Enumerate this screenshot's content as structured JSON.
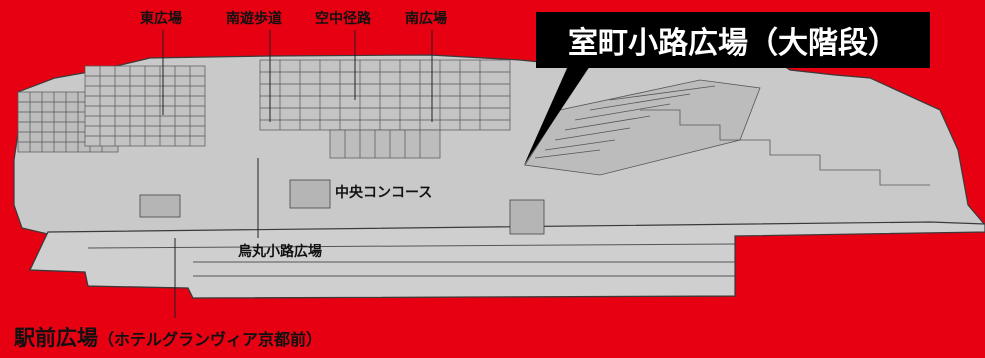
{
  "colors": {
    "background": "#e60012",
    "building": "#c9c9c9",
    "line": "#5a5a5a",
    "highlight_bg": "#000000",
    "highlight_text": "#ffffff"
  },
  "labels": {
    "east_plaza": "東広場",
    "south_walkway": "南遊歩道",
    "sky_path": "空中径路",
    "south_plaza": "南広場",
    "main_highlight": "室町小路広場（大階段）",
    "central_concourse": "中央コンコース",
    "karasuma_plaza": "烏丸小路広場",
    "station_front_plaza": "駅前広場",
    "station_front_note": "（ホテルグランヴィア京都前）"
  }
}
